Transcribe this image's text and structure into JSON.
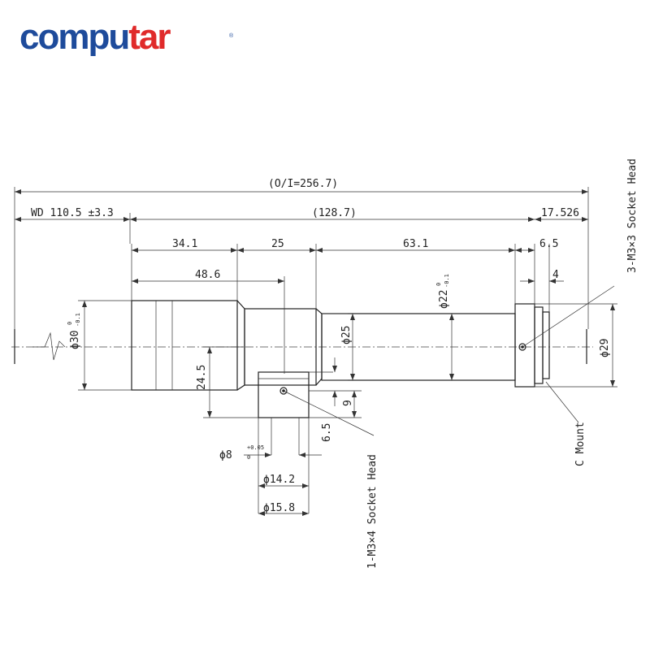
{
  "brand": {
    "logo_text_1": "compu",
    "logo_text_2": "t",
    "logo_text_3": "ar",
    "registered": "®",
    "colors": {
      "blue": "#1e4b9b",
      "red": "#e02a2a"
    }
  },
  "dimensions": {
    "overall": "(O/I=256.7)",
    "wd": "WD 110.5 ±3.3",
    "middle": "(128.7)",
    "back": "17.526",
    "seg1": "34.1",
    "seg2": "25",
    "seg3": "63.1",
    "seg4": "6.5",
    "seg5": "48.6",
    "seg6": "4",
    "dia30": "ϕ30",
    "dia30_tol_top": "0",
    "dia30_tol_bot": "-0.1",
    "dia25": "ϕ25",
    "dia22": "ϕ22",
    "dia22_tol_top": "0",
    "dia22_tol_bot": "-0.1",
    "dia29": "ϕ29",
    "h245": "24.5",
    "h9": "9",
    "h65": "6.5",
    "dia8": "ϕ8",
    "dia8_tol_top": "+0.05",
    "dia8_tol_bot": "0",
    "dia142": "ϕ14.2",
    "dia158": "ϕ15.8"
  },
  "annotations": {
    "screw_top": "3-M3×3 Socket Head",
    "screw_bottom": "1-M3×4 Socket Head",
    "mount": "C Mount"
  }
}
